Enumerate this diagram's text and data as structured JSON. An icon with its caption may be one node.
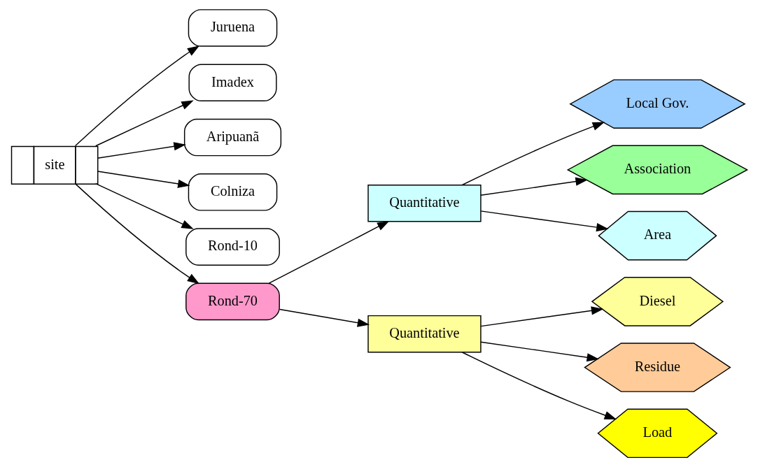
{
  "diagram": {
    "nodes": [
      {
        "text": [
          "site"
        ]
      },
      {
        "text": [
          "Juruena"
        ]
      },
      {
        "text": [
          "Imadex"
        ]
      },
      {
        "text": [
          "Aripuanã"
        ]
      },
      {
        "text": [
          "Colniza"
        ]
      },
      {
        "text": [
          "Rond-10"
        ]
      },
      {
        "text": [
          "Rond-70"
        ]
      },
      {
        "text": [
          "Quantitative"
        ]
      },
      {
        "text": [
          "Quantitative"
        ]
      },
      {
        "text": [
          "Local Gov."
        ]
      },
      {
        "text": [
          "Association"
        ]
      },
      {
        "text": [
          "Area"
        ]
      },
      {
        "text": [
          "Diesel"
        ]
      },
      {
        "text": [
          "Residue"
        ]
      },
      {
        "text": [
          "Load"
        ]
      }
    ],
    "edges": [
      {
        "from": 0,
        "to": 1,
        "arrow": "to"
      },
      {
        "from": 0,
        "to": 2,
        "arrow": "to"
      },
      {
        "from": 0,
        "to": 3,
        "arrow": "to"
      },
      {
        "from": 0,
        "to": 4,
        "arrow": "to"
      },
      {
        "from": 0,
        "to": 5,
        "arrow": "to"
      },
      {
        "from": 0,
        "to": 6,
        "arrow": "to"
      },
      {
        "from": 6,
        "to": 7,
        "arrow": "to"
      },
      {
        "from": 6,
        "to": 8,
        "arrow": "to"
      },
      {
        "from": 7,
        "to": 9,
        "arrow": "to"
      },
      {
        "from": 7,
        "to": 10,
        "arrow": "to"
      },
      {
        "from": 7,
        "to": 11,
        "arrow": "to"
      },
      {
        "from": 8,
        "to": 12,
        "arrow": "to"
      },
      {
        "from": 8,
        "to": 13,
        "arrow": "to"
      },
      {
        "from": 8,
        "to": 14,
        "arrow": "to"
      }
    ]
  }
}
